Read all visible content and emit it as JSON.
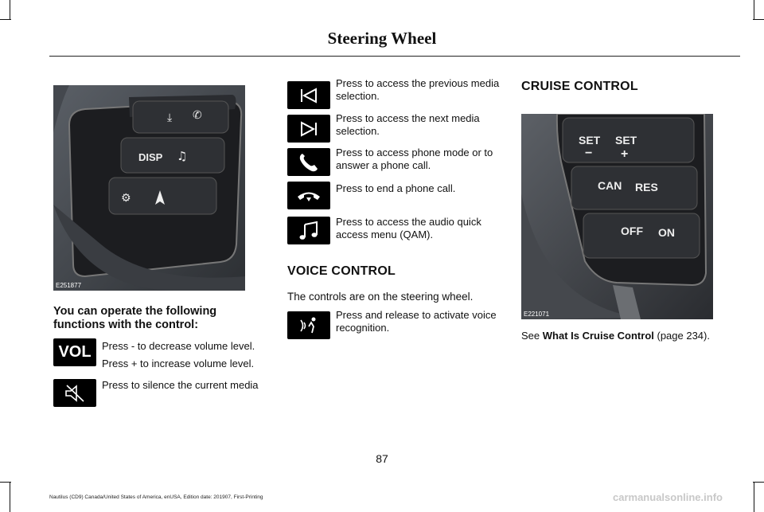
{
  "header": {
    "title": "Steering Wheel"
  },
  "left_column": {
    "image_code": "E251877",
    "photo_labels": {
      "disp": "DISP"
    },
    "intro": "You can operate the following functions with the control:",
    "vol_icon_text": "VOL",
    "vol_decrease": "Press - to decrease volume level.",
    "vol_increase": "Press + to increase volume level.",
    "mute": "Press to silence the current media"
  },
  "middle_column": {
    "items": [
      {
        "icon": "previous-track-icon",
        "text": "Press to access the previous media selection."
      },
      {
        "icon": "next-track-icon",
        "text": "Press to access the next media selection."
      },
      {
        "icon": "phone-answer-icon",
        "text": "Press to access phone mode or to answer a phone call."
      },
      {
        "icon": "phone-end-icon",
        "text": "Press to end a phone call."
      },
      {
        "icon": "music-note-icon",
        "text": "Press to access the audio quick access menu (QAM)."
      }
    ],
    "voice_heading": "VOICE CONTROL",
    "voice_intro": "The controls are on the steering wheel.",
    "voice_item": {
      "icon": "voice-recognition-icon",
      "text": "Press and release to activate voice recognition."
    }
  },
  "right_column": {
    "heading": "CRUISE CONTROL",
    "image_code": "E221071",
    "photo_labels": {
      "set_minus": "SET",
      "set_plus": "SET",
      "can": "CAN",
      "res": "RES",
      "off": "OFF",
      "on": "ON"
    },
    "see_prefix": "See ",
    "see_link": "What Is Cruise Control",
    "see_suffix": " (page 234)."
  },
  "page_number": "87",
  "footer": "Nautilus (CD9) Canada/United States of America, enUSA, Edition date: 201907, First-Printing",
  "watermark": "carmanualsonline.info"
}
